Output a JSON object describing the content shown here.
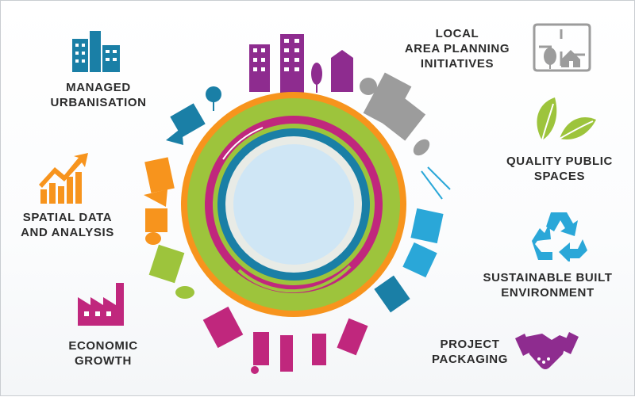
{
  "colors": {
    "teal": "#1a7fa6",
    "purple": "#8e2c8f",
    "magenta": "#c0277d",
    "orange": "#f7941d",
    "lime": "#9dc43c",
    "light_blue": "#cfe6f5",
    "cyan": "#2aa7d8",
    "grey": "#9c9c9c",
    "text": "#2b2b2b"
  },
  "items": [
    {
      "id": "managed_urbanisation",
      "lines": [
        "MANAGED",
        "URBANISATION"
      ],
      "icon": "city-buildings-icon"
    },
    {
      "id": "spatial_data",
      "lines": [
        "SPATIAL DATA",
        "AND ANALYSIS"
      ],
      "icon": "growth-chart-icon"
    },
    {
      "id": "economic_growth",
      "lines": [
        "ECONOMIC",
        "GROWTH"
      ],
      "icon": "factory-icon"
    },
    {
      "id": "local_area_planning",
      "lines": [
        "LOCAL",
        "AREA PLANNING",
        "INITIATIVES"
      ],
      "icon": "planning-map-icon"
    },
    {
      "id": "quality_public_spaces",
      "lines": [
        "QUALITY PUBLIC",
        "SPACES"
      ],
      "icon": "leaves-icon"
    },
    {
      "id": "sustainable_built_environment",
      "lines": [
        "SUSTAINABLE BUILT",
        "ENVIRONMENT"
      ],
      "icon": "recycle-icon"
    },
    {
      "id": "project_packaging",
      "lines": [
        "PROJECT",
        "PACKAGING"
      ],
      "icon": "handshake-icon"
    }
  ]
}
